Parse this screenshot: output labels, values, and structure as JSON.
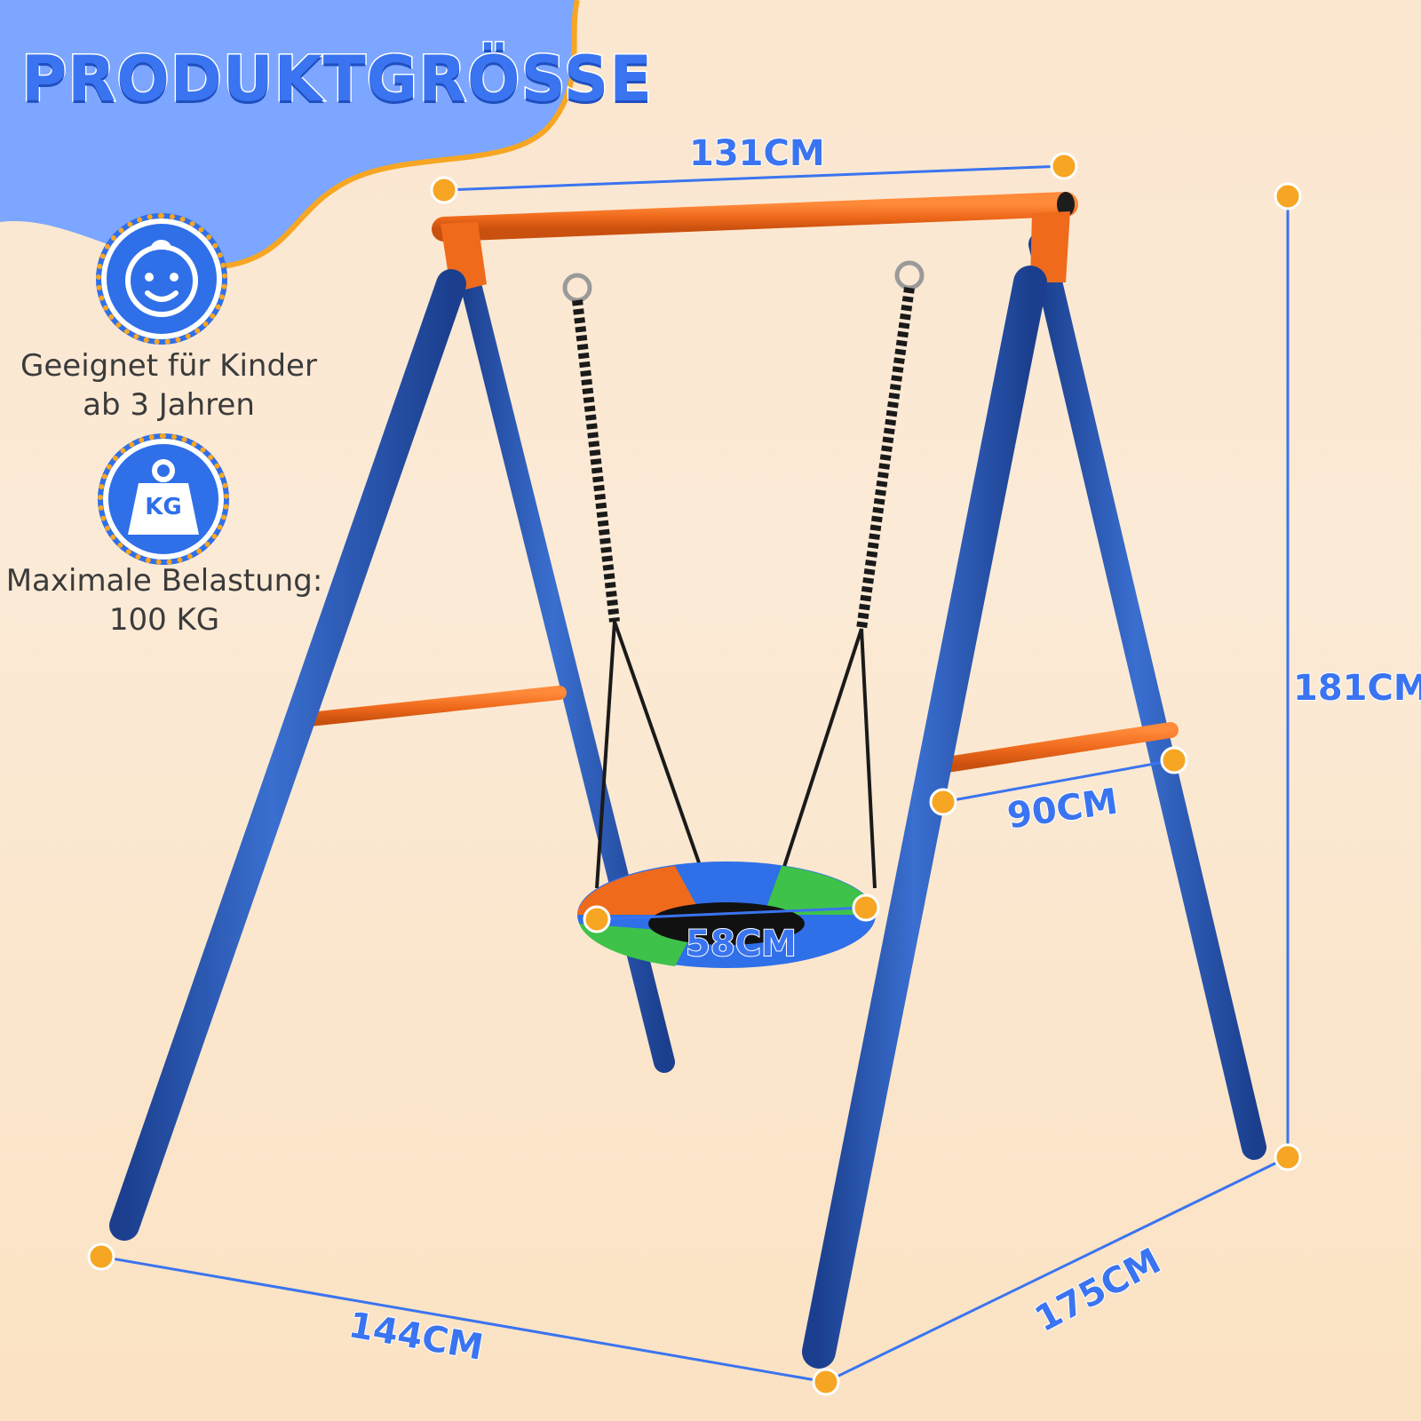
{
  "title": "PRODUKTGRÖSSE",
  "features": [
    {
      "icon": "baby-face-icon",
      "line1": "Geeignet für Kinder",
      "line2": "ab 3 Jahren"
    },
    {
      "icon": "weight-kg-icon",
      "badge_text": "KG",
      "line1": "Maximale Belastung:",
      "line2": "100 KG"
    }
  ],
  "dimensions": {
    "top_bar": "131CM",
    "height": "181CM",
    "crossbar": "90CM",
    "seat": "58CM",
    "front_width": "144CM",
    "depth": "175CM"
  },
  "colors": {
    "accent_blue": "#3a74f0",
    "frame_blue": "#2650a8",
    "frame_orange": "#f06a1c",
    "marker_orange": "#f6a623"
  }
}
